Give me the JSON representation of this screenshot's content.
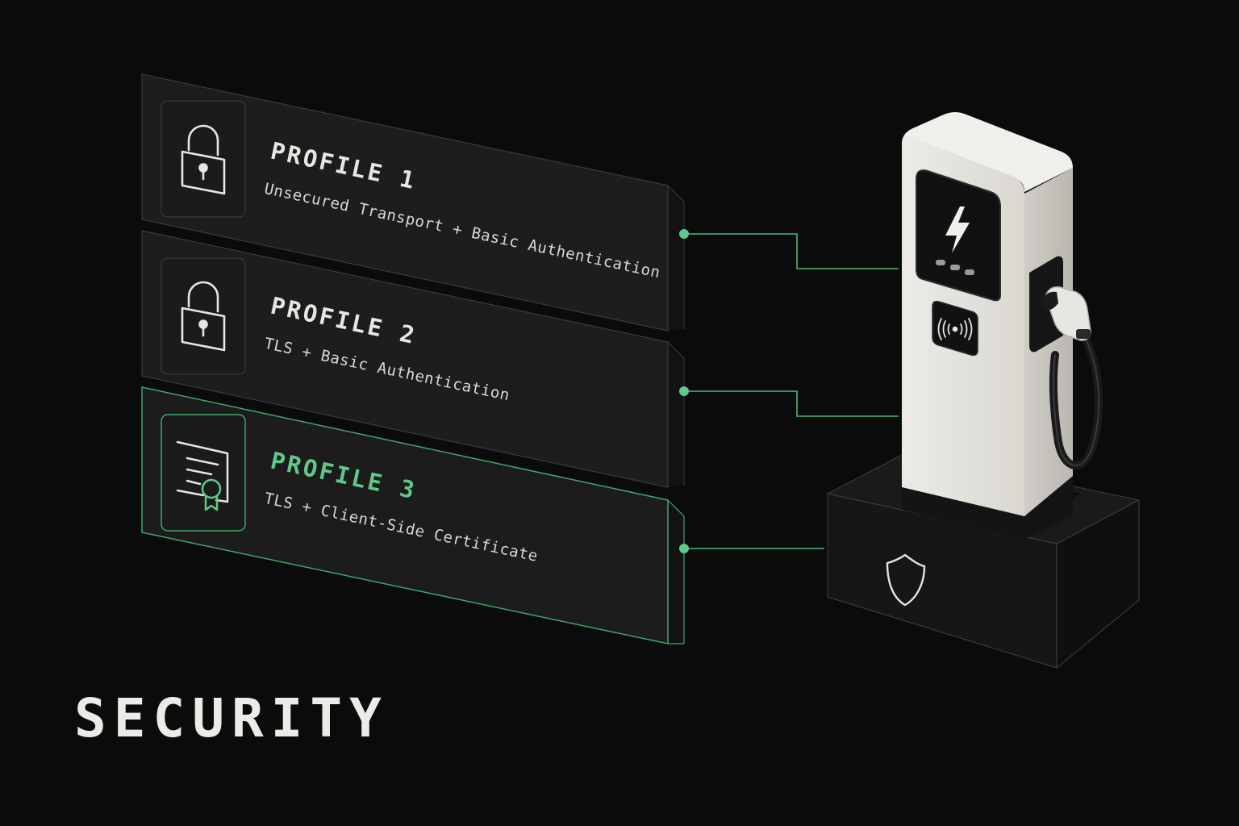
{
  "heading": "SECURITY",
  "profiles": [
    {
      "title": "PROFILE 1",
      "description": "Unsecured Transport + Basic Authentication",
      "icon": "padlock-icon",
      "active": false
    },
    {
      "title": "PROFILE 2",
      "description": "TLS + Basic Authentication",
      "icon": "padlock-icon",
      "active": false
    },
    {
      "title": "PROFILE 3",
      "description": "TLS + Client-Side Certificate",
      "icon": "certificate-icon",
      "active": true
    }
  ],
  "charger": {
    "screen_icon": "lightning-bolt-icon",
    "reader_icon": "nfc-contactless-icon",
    "base_icon": "shield-icon"
  },
  "colors": {
    "background": "#0b0b0b",
    "accent": "#5fc98a",
    "panel": "#1d1d1d",
    "text": "#e7e7e2",
    "charger_body": "#e6e4de"
  }
}
